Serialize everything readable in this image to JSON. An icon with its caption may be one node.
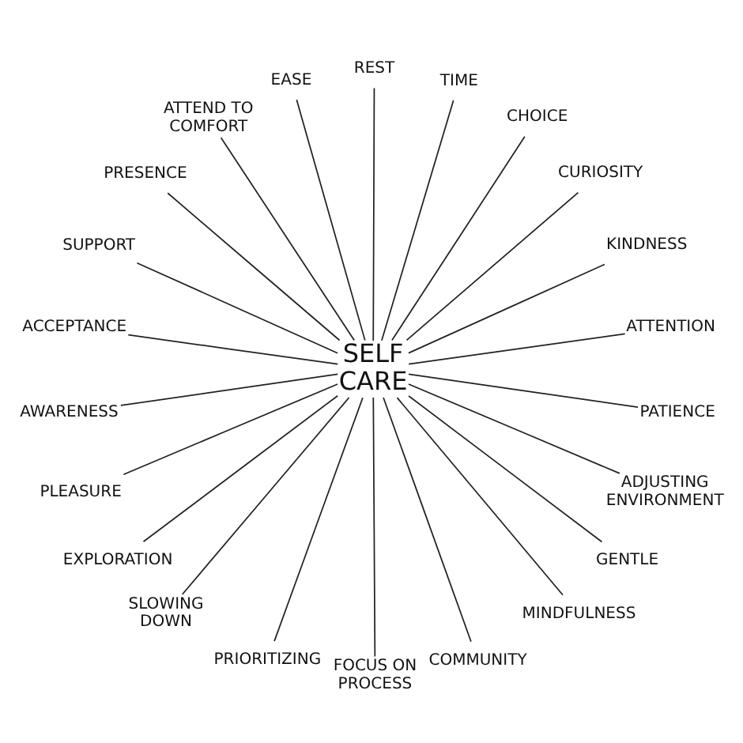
{
  "diagram": {
    "nodes": [
      {
        "text": [
          "SELF CARE"
        ]
      },
      {
        "text": [
          "EASE"
        ]
      },
      {
        "text": [
          "REST"
        ]
      },
      {
        "text": [
          "ATTEND TO COMFORT"
        ]
      },
      {
        "text": [
          "TIME"
        ]
      },
      {
        "text": [
          "CHOICE"
        ]
      },
      {
        "text": [
          "PRESENCE"
        ]
      },
      {
        "text": [
          "CURIOSITY"
        ]
      },
      {
        "text": [
          "SUPPORT"
        ]
      },
      {
        "text": [
          "KINDNESS"
        ]
      },
      {
        "text": [
          "ACCEPTANCE"
        ]
      },
      {
        "text": [
          "ATTENTION"
        ]
      },
      {
        "text": [
          "PATIENCE"
        ]
      },
      {
        "text": [
          "AWARENESS"
        ]
      },
      {
        "text": [
          "ADJUSTING ENVIRONMENT"
        ]
      },
      {
        "text": [
          "PLEASURE"
        ]
      },
      {
        "text": [
          "EXPLORATION"
        ]
      },
      {
        "text": [
          "SLOWING DOWN"
        ]
      },
      {
        "text": [
          "MINDFULNESS"
        ]
      },
      {
        "text": [
          "GENTLE"
        ]
      },
      {
        "text": [
          "FOCUS ON PROCESS"
        ]
      },
      {
        "text": [
          "PRIORITIZING"
        ]
      },
      {
        "text": [
          "COMMUNITY"
        ]
      }
    ],
    "edges": [
      {
        "from": 0,
        "to": 1,
        "arrow": "none"
      },
      {
        "from": 0,
        "to": 2,
        "arrow": "none"
      },
      {
        "from": 0,
        "to": 4,
        "arrow": "none"
      },
      {
        "from": 0,
        "to": 5,
        "arrow": "none"
      },
      {
        "from": 0,
        "to": 7,
        "arrow": "none"
      },
      {
        "from": 0,
        "to": 9,
        "arrow": "none"
      },
      {
        "from": 0,
        "to": 11,
        "arrow": "none"
      },
      {
        "from": 0,
        "to": 12,
        "arrow": "none"
      },
      {
        "from": 0,
        "to": 14,
        "arrow": "none"
      },
      {
        "from": 0,
        "to": 19,
        "arrow": "none"
      },
      {
        "from": 0,
        "to": 18,
        "arrow": "none"
      },
      {
        "from": 0,
        "to": 22,
        "arrow": "none"
      },
      {
        "from": 0,
        "to": 20,
        "arrow": "none"
      },
      {
        "from": 0,
        "to": 21,
        "arrow": "none"
      },
      {
        "from": 0,
        "to": 17,
        "arrow": "none"
      },
      {
        "from": 0,
        "to": 16,
        "arrow": "none"
      },
      {
        "from": 0,
        "to": 15,
        "arrow": "none"
      },
      {
        "from": 0,
        "to": 13,
        "arrow": "none"
      },
      {
        "from": 0,
        "to": 10,
        "arrow": "none"
      },
      {
        "from": 0,
        "to": 8,
        "arrow": "none"
      },
      {
        "from": 0,
        "to": 6,
        "arrow": "none"
      },
      {
        "from": 0,
        "to": 3,
        "arrow": "none"
      }
    ]
  }
}
